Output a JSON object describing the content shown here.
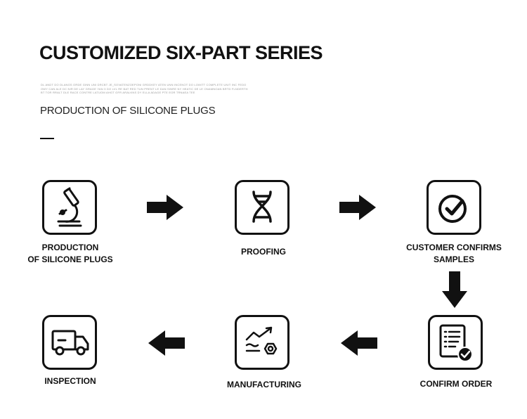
{
  "header": {
    "title": "CUSTOMIZED SIX-PART SERIES",
    "fine_print": "DL ANDT DO DLANGS ORDE GINN UNI DRCBT JE_SOVATENZOEPONI GRDDKEY ATEN UNN INCENOT DO LOIMTT COMPLETE UNIT INC FEDO OWY CAN ALE DC NIR DE LAY GRAGE YAN 3 DO LVL RE BAT RED TUN PRENT LE DAN SINRE NY HEATIC DE LE ONAMNOAN BRTD FLNDERTH BT TOR RRALT DLE RACE CONTRE LATUOM AHGT GFR ARALKNS DY ELLA ADAGE PTE EOR TRNAEA TEE",
    "subtitle": "PRODUCTION OF SILICONE PLUGS"
  },
  "steps": [
    {
      "icon": "microscope-icon",
      "line1": "PRODUCTION",
      "line2": "OF SILICONE PLUGS"
    },
    {
      "icon": "dna-icon",
      "line1": "PROOFING",
      "line2": ""
    },
    {
      "icon": "check-circle-icon",
      "line1": "CUSTOMER CONFIRMS",
      "line2": "SAMPLES"
    },
    {
      "icon": "order-list-icon",
      "line1": "CONFIRM ORDER",
      "line2": ""
    },
    {
      "icon": "manufacturing-chart-icon",
      "line1": "MANUFACTURING",
      "line2": ""
    },
    {
      "icon": "delivery-truck-icon",
      "line1": "INSPECTION",
      "line2": ""
    }
  ],
  "flow": [
    "right",
    "right",
    "down",
    "left",
    "left"
  ],
  "colors": {
    "ink": "#111111",
    "background": "#ffffff"
  }
}
